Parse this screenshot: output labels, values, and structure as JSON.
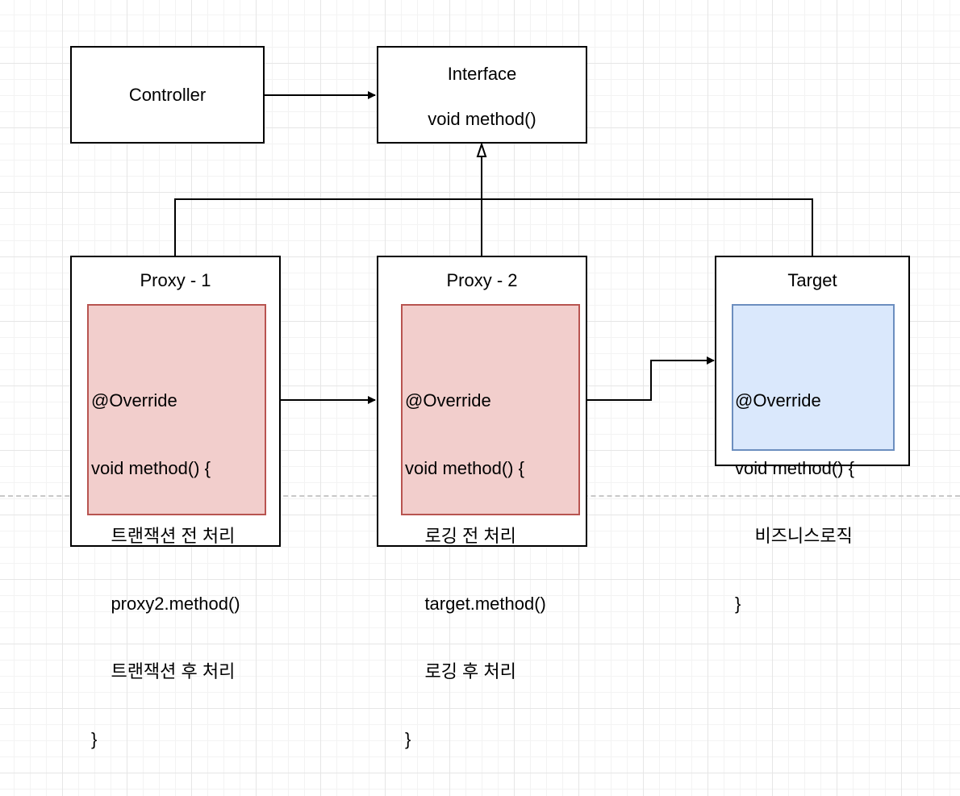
{
  "nodes": {
    "controller": {
      "label": "Controller"
    },
    "interface": {
      "title": "Interface",
      "method": "void method()"
    },
    "proxy1": {
      "title": "Proxy - 1",
      "code": [
        "@Override",
        "void method() {",
        "    트랜잭션 전 처리",
        "    proxy2.method()",
        "    트랜잭션 후 처리",
        "}"
      ]
    },
    "proxy2": {
      "title": "Proxy - 2",
      "code": [
        "@Override",
        "void method() {",
        "    로깅 전 처리",
        "    target.method()",
        "    로깅 후 처리",
        "}"
      ]
    },
    "target": {
      "title": "Target",
      "code": [
        "@Override",
        "void method() {",
        "    비즈니스로직",
        "}"
      ]
    }
  },
  "colors": {
    "proxy_fill": "#f2cecc",
    "proxy_stroke": "#b85450",
    "target_fill": "#dae8fc",
    "target_stroke": "#6c8ebf",
    "edge": "#000000"
  }
}
